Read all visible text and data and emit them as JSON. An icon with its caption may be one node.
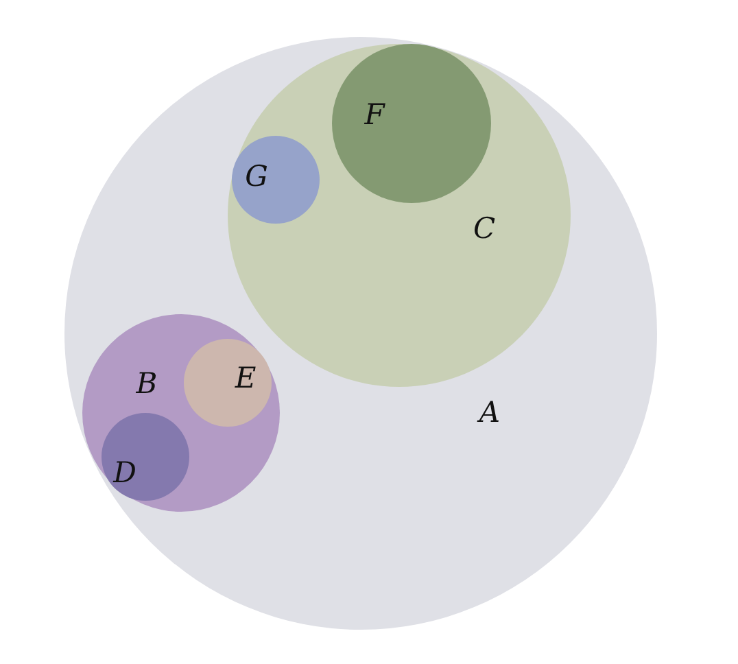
{
  "diagram": {
    "nodes": [
      {
        "text": [
          "A"
        ]
      },
      {
        "text": [
          "C"
        ],
        "in": 0
      },
      {
        "text": [
          "F"
        ],
        "in": 1
      },
      {
        "text": [
          "G"
        ],
        "in": 1
      },
      {
        "text": [
          "B"
        ],
        "in": 0
      },
      {
        "text": [
          "E"
        ],
        "in": 4
      },
      {
        "text": [
          "D"
        ],
        "in": 4
      }
    ]
  }
}
